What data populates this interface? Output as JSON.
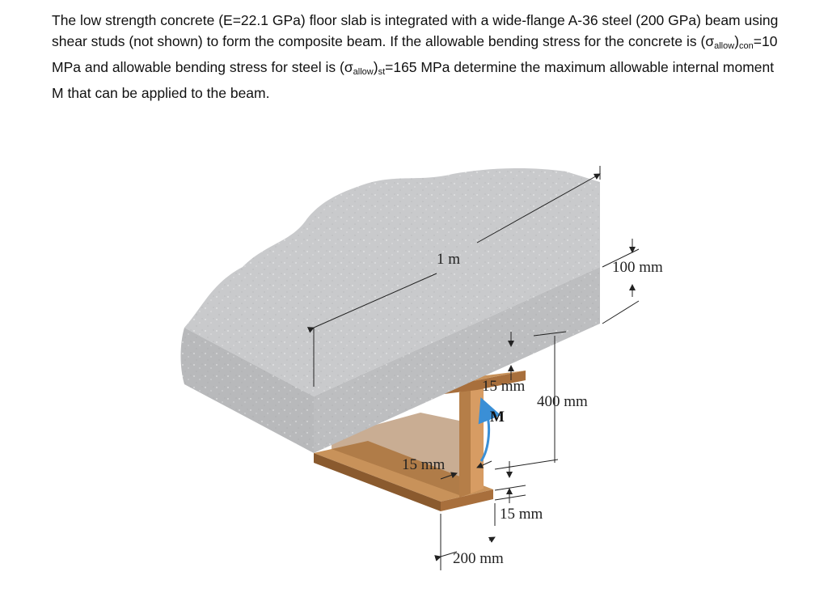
{
  "problem": {
    "text_part1": "The low strength concrete (E=22.1 GPa) floor slab is integrated with a wide-flange A-36 steel (200 GPa) beam using shear studs (not shown) to form the composite beam. If the allowable bending stress for the concrete is (σ",
    "sub1": "allow",
    "text_part2": ")",
    "sub2": "con",
    "text_part3": "=10 MPa and allowable bending stress for steel is (σ",
    "sub3": "allow",
    "text_part4": ")",
    "sub4": "st",
    "text_part5": "=165 MPa determine the maximum allowable internal moment M that can be applied to the beam."
  },
  "figure": {
    "labels": {
      "slab_width": "1 m",
      "slab_thickness": "100 mm",
      "top_flange": "15 mm",
      "web_height": "400 mm",
      "moment": "M",
      "web_thickness": "15 mm",
      "bottom_flange": "15 mm",
      "flange_width": "200 mm"
    },
    "colors": {
      "concrete_top": "#c9cacc",
      "concrete_front": "#b8b9bb",
      "steel_light": "#c8925a",
      "steel_dark": "#8a5a2e",
      "moment_arrow": "#3a8fd6"
    }
  }
}
